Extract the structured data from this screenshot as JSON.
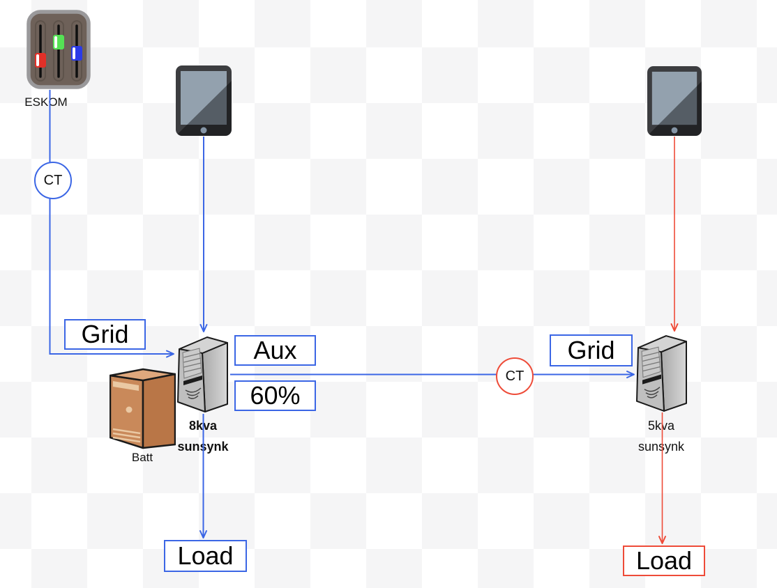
{
  "diagram": {
    "accent_colors": {
      "blue": "#3B66E5",
      "red": "#EE4B38"
    },
    "eskom": {
      "label": "ESKOM"
    },
    "ct_left": {
      "label": "CT"
    },
    "ct_mid": {
      "label": "CT"
    },
    "grid_left": {
      "label": "Grid"
    },
    "grid_right": {
      "label": "Grid"
    },
    "aux": {
      "label": "Aux"
    },
    "battery_soc": {
      "label": "60%"
    },
    "battery": {
      "label": "Batt"
    },
    "inverter_left": {
      "size": "8kva",
      "brand": "sunsynk"
    },
    "inverter_right": {
      "size": "5kva",
      "brand": "sunsynk"
    },
    "load_left": {
      "label": "Load"
    },
    "load_right": {
      "label": "Load"
    }
  }
}
